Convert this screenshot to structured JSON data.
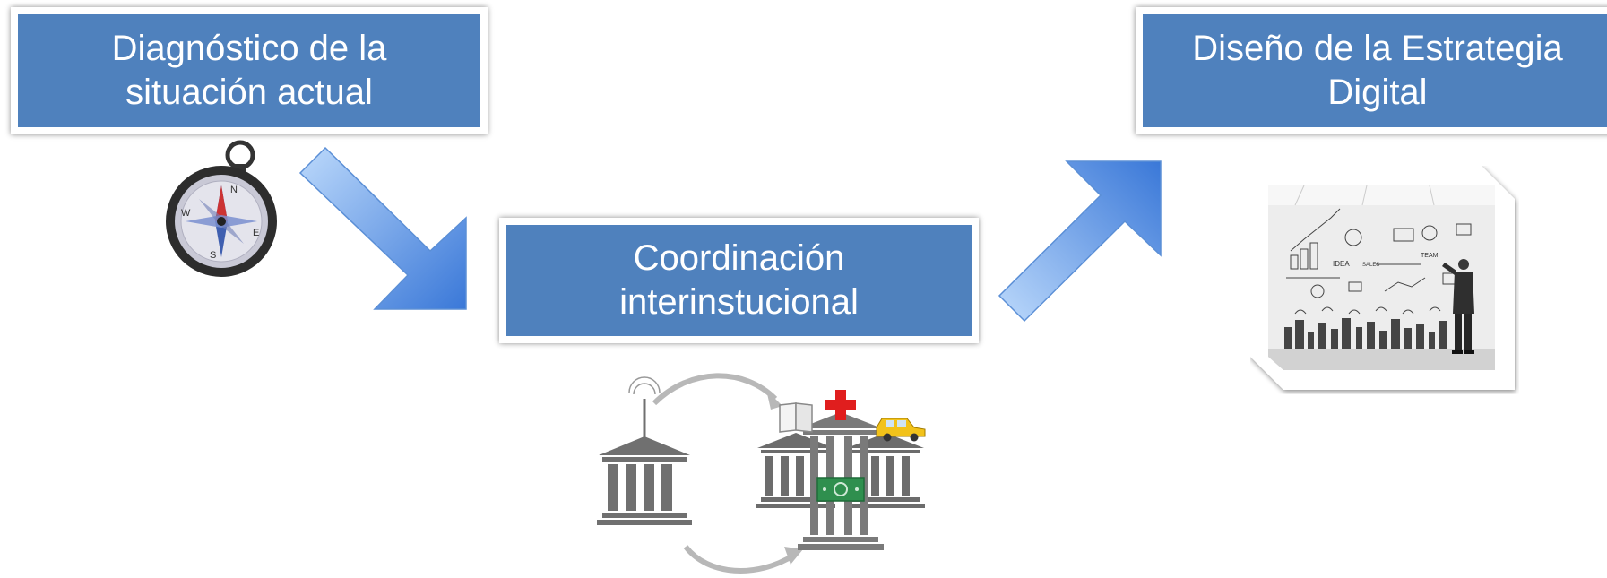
{
  "steps": [
    {
      "line1": "Diagnóstico de la",
      "line2": "situación actual"
    },
    {
      "line1": "Coordinación",
      "line2": "interinstucional"
    },
    {
      "line1": "Diseño de la Estrategia",
      "line2": "Digital"
    }
  ],
  "compass": {
    "north": "N",
    "south": "S",
    "east": "E",
    "west": "W"
  },
  "whiteboard": {
    "idea": "IDEA",
    "team": "TEAM",
    "sales": "SALES"
  },
  "colors": {
    "box_fill": "#4f81bd",
    "arrow_light": "#a9cdf7",
    "arrow_dark": "#3a78d8",
    "building": "#707070"
  },
  "icons": [
    "compass-icon",
    "arrow-down-right-icon",
    "arrow-up-right-icon",
    "government-building-icon",
    "book-icon",
    "red-cross-icon",
    "taxi-icon",
    "money-icon",
    "whiteboard-photo"
  ]
}
